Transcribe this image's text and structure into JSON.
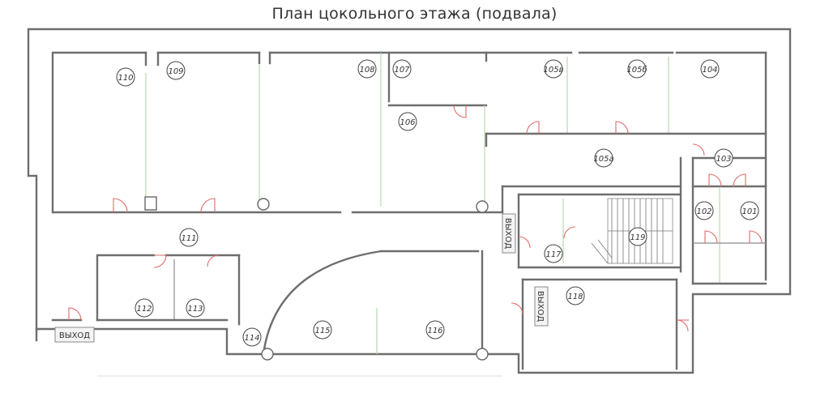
{
  "plan": {
    "title": "План цокольного этажа (подвала)",
    "rooms": [
      {
        "id": "r110",
        "label": "110"
      },
      {
        "id": "r109",
        "label": "109"
      },
      {
        "id": "r108",
        "label": "108"
      },
      {
        "id": "r107",
        "label": "107"
      },
      {
        "id": "r106",
        "label": "106"
      },
      {
        "id": "r105v",
        "label": "105в"
      },
      {
        "id": "r105b",
        "label": "105б"
      },
      {
        "id": "r104",
        "label": "104"
      },
      {
        "id": "r105a",
        "label": "105а"
      },
      {
        "id": "r103",
        "label": "103"
      },
      {
        "id": "r102",
        "label": "102"
      },
      {
        "id": "r101",
        "label": "101"
      },
      {
        "id": "r111",
        "label": "111"
      },
      {
        "id": "r119",
        "label": "119"
      },
      {
        "id": "r117",
        "label": "117"
      },
      {
        "id": "r118",
        "label": "118"
      },
      {
        "id": "r112",
        "label": "112"
      },
      {
        "id": "r113",
        "label": "113"
      },
      {
        "id": "r114",
        "label": "114"
      },
      {
        "id": "r115",
        "label": "115"
      },
      {
        "id": "r116",
        "label": "116"
      }
    ],
    "exits": [
      {
        "id": "exit-left",
        "label": "ВЫХОД"
      },
      {
        "id": "exit-stair",
        "label": "ВЫХОД"
      },
      {
        "id": "exit-118",
        "label": "ВЫХОД"
      }
    ]
  }
}
